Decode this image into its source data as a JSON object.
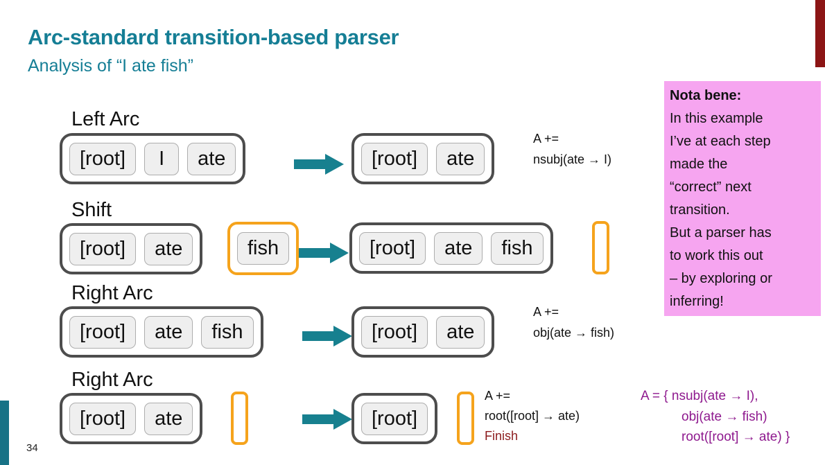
{
  "title": "Arc-standard transition-based parser",
  "subtitle": "Analysis of “I ate fish”",
  "page_number": "34",
  "colors": {
    "teal_heading": "#157E95",
    "teal_arrow": "#17808F",
    "orange_buffer": "#F5A31C",
    "pink_note": "#F6A5F0",
    "purple_set": "#8E198E",
    "dark_red": "#8C1515"
  },
  "rows": [
    {
      "label": "Left Arc",
      "left_stack": [
        "[root]",
        "I",
        "ate"
      ],
      "right_stack": [
        "[root]",
        "ate"
      ],
      "annotation": [
        "A +=",
        "nsubj(ate → I)"
      ]
    },
    {
      "label": "Shift",
      "left_stack": [
        "[root]",
        "ate"
      ],
      "left_buffer": "fish",
      "right_stack": [
        "[root]",
        "ate",
        "fish"
      ]
    },
    {
      "label": "Right Arc",
      "left_stack": [
        "[root]",
        "ate",
        "fish"
      ],
      "right_stack": [
        "[root]",
        "ate"
      ],
      "annotation": [
        "A +=",
        "obj(ate → fish)"
      ]
    },
    {
      "label": "Right Arc",
      "left_stack": [
        "[root]",
        "ate"
      ],
      "right_stack": [
        "[root]"
      ],
      "annotation": [
        "A +=",
        "root([root] → ate)"
      ],
      "finish_label": "Finish"
    }
  ],
  "nota_bene": {
    "heading": "Nota bene:",
    "lines": [
      "In this example",
      "I’ve at each step",
      "made the",
      "“correct” next",
      "transition.",
      "But a parser has",
      "to work this out",
      "– by exploring or",
      "inferring!"
    ]
  },
  "arc_set": {
    "lines": [
      "A = { nsubj(ate → I),",
      "obj(ate → fish)",
      "root([root] → ate) }"
    ]
  }
}
